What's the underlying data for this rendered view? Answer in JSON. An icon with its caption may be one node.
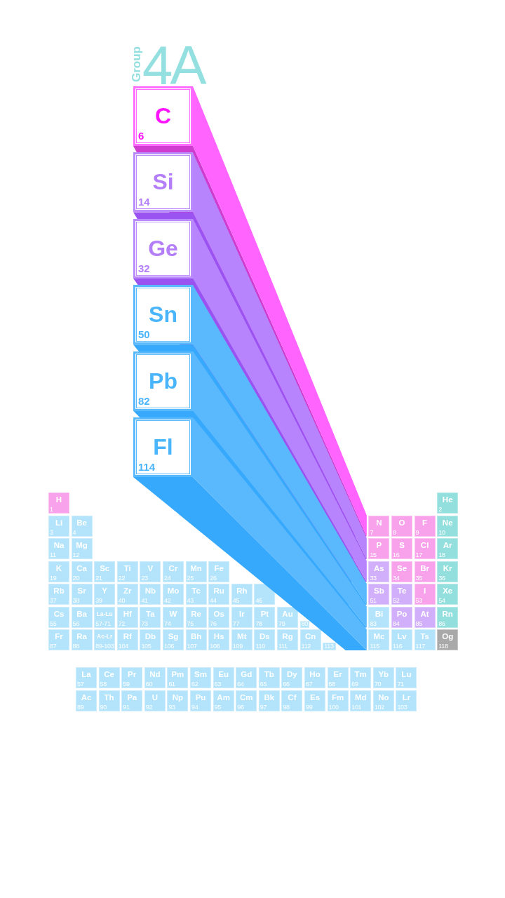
{
  "diagram": {
    "labels": [
      "Group",
      "4A"
    ],
    "nodes": [
      {
        "text": [
          "C",
          "6"
        ]
      },
      {
        "text": [
          "Si",
          "14"
        ]
      },
      {
        "text": [
          "Ge",
          "32"
        ]
      },
      {
        "text": [
          "Sn",
          "50"
        ]
      },
      {
        "text": [
          "Pb",
          "82"
        ]
      },
      {
        "text": [
          "Fl",
          "114"
        ]
      },
      {
        "text": [
          "H",
          "1"
        ]
      },
      {
        "text": [
          "He",
          "2"
        ]
      },
      {
        "text": [
          "Li",
          "3"
        ]
      },
      {
        "text": [
          "Be",
          "4"
        ]
      },
      {
        "text": [
          "N",
          "7"
        ]
      },
      {
        "text": [
          "O",
          "8"
        ]
      },
      {
        "text": [
          "F",
          "9"
        ]
      },
      {
        "text": [
          "Ne",
          "10"
        ]
      },
      {
        "text": [
          "Na",
          "11"
        ]
      },
      {
        "text": [
          "Mg",
          "12"
        ]
      },
      {
        "text": [
          "P",
          "15"
        ]
      },
      {
        "text": [
          "S",
          "16"
        ]
      },
      {
        "text": [
          "Cl",
          "17"
        ]
      },
      {
        "text": [
          "Ar",
          "18"
        ]
      },
      {
        "text": [
          "K",
          "19"
        ]
      },
      {
        "text": [
          "Ca",
          "20"
        ]
      },
      {
        "text": [
          "Sc",
          "21"
        ]
      },
      {
        "text": [
          "Ti",
          "22"
        ]
      },
      {
        "text": [
          "V",
          "23"
        ]
      },
      {
        "text": [
          "Cr",
          "24"
        ]
      },
      {
        "text": [
          "Mn",
          "25"
        ]
      },
      {
        "text": [
          "Fe",
          "26"
        ]
      },
      {
        "text": [
          "As",
          "33"
        ]
      },
      {
        "text": [
          "Se",
          "34"
        ]
      },
      {
        "text": [
          "Br",
          "35"
        ]
      },
      {
        "text": [
          "Kr",
          "36"
        ]
      },
      {
        "text": [
          "Rb",
          "37"
        ]
      },
      {
        "text": [
          "Sr",
          "38"
        ]
      },
      {
        "text": [
          "Y",
          "39"
        ]
      },
      {
        "text": [
          "Zr",
          "40"
        ]
      },
      {
        "text": [
          "Nb",
          "41"
        ]
      },
      {
        "text": [
          "Mo",
          "42"
        ]
      },
      {
        "text": [
          "Tc",
          "43"
        ]
      },
      {
        "text": [
          "Ru",
          "44"
        ]
      },
      {
        "text": [
          "Rh",
          "45"
        ]
      },
      {
        "text": [
          "46"
        ]
      },
      {
        "text": [
          "Sb",
          "51"
        ]
      },
      {
        "text": [
          "Te",
          "52"
        ]
      },
      {
        "text": [
          "I",
          "53"
        ]
      },
      {
        "text": [
          "Xe",
          "54"
        ]
      },
      {
        "text": [
          "Cs",
          "55"
        ]
      },
      {
        "text": [
          "Ba",
          "56"
        ]
      },
      {
        "text": [
          "La-Lu",
          "57-71"
        ]
      },
      {
        "text": [
          "Hf",
          "72"
        ]
      },
      {
        "text": [
          "Ta",
          "73"
        ]
      },
      {
        "text": [
          "W",
          "74"
        ]
      },
      {
        "text": [
          "Re",
          "75"
        ]
      },
      {
        "text": [
          "Os",
          "76"
        ]
      },
      {
        "text": [
          "Ir",
          "77"
        ]
      },
      {
        "text": [
          "Pt",
          "78"
        ]
      },
      {
        "text": [
          "Au",
          "79"
        ]
      },
      {
        "text": [
          "80"
        ]
      },
      {
        "text": [
          "Bi",
          "83"
        ]
      },
      {
        "text": [
          "Po",
          "84"
        ]
      },
      {
        "text": [
          "At",
          "85"
        ]
      },
      {
        "text": [
          "Rn",
          "86"
        ]
      },
      {
        "text": [
          "Fr",
          "87"
        ]
      },
      {
        "text": [
          "Ra",
          "88"
        ]
      },
      {
        "text": [
          "Ac-Lr",
          "89-103"
        ]
      },
      {
        "text": [
          "Rf",
          "104"
        ]
      },
      {
        "text": [
          "Db",
          "105"
        ]
      },
      {
        "text": [
          "Sg",
          "106"
        ]
      },
      {
        "text": [
          "Bh",
          "107"
        ]
      },
      {
        "text": [
          "Hs",
          "108"
        ]
      },
      {
        "text": [
          "Mt",
          "109"
        ]
      },
      {
        "text": [
          "Ds",
          "110"
        ]
      },
      {
        "text": [
          "Rg",
          "111"
        ]
      },
      {
        "text": [
          "Cn",
          "112"
        ]
      },
      {
        "text": [
          "113"
        ]
      },
      {
        "text": [
          "Mc",
          "115"
        ]
      },
      {
        "text": [
          "Lv",
          "116"
        ]
      },
      {
        "text": [
          "Ts",
          "117"
        ]
      },
      {
        "text": [
          "Og",
          "118"
        ]
      },
      {
        "text": [
          "La",
          "57"
        ]
      },
      {
        "text": [
          "Ce",
          "58"
        ]
      },
      {
        "text": [
          "Pr",
          "59"
        ]
      },
      {
        "text": [
          "Nd",
          "60"
        ]
      },
      {
        "text": [
          "Pm",
          "61"
        ]
      },
      {
        "text": [
          "Sm",
          "62"
        ]
      },
      {
        "text": [
          "Eu",
          "63"
        ]
      },
      {
        "text": [
          "Gd",
          "64"
        ]
      },
      {
        "text": [
          "Tb",
          "65"
        ]
      },
      {
        "text": [
          "Dy",
          "66"
        ]
      },
      {
        "text": [
          "Ho",
          "67"
        ]
      },
      {
        "text": [
          "Er",
          "68"
        ]
      },
      {
        "text": [
          "Tm",
          "69"
        ]
      },
      {
        "text": [
          "Yb",
          "70"
        ]
      },
      {
        "text": [
          "Lu",
          "71"
        ]
      },
      {
        "text": [
          "Ac",
          "89"
        ]
      },
      {
        "text": [
          "Th",
          "90"
        ]
      },
      {
        "text": [
          "Pa",
          "91"
        ]
      },
      {
        "text": [
          "U",
          "92"
        ]
      },
      {
        "text": [
          "Np",
          "93"
        ]
      },
      {
        "text": [
          "Pu",
          "94"
        ]
      },
      {
        "text": [
          "Am",
          "95"
        ]
      },
      {
        "text": [
          "Cm",
          "96"
        ]
      },
      {
        "text": [
          "Bk",
          "97"
        ]
      },
      {
        "text": [
          "Cf",
          "98"
        ]
      },
      {
        "text": [
          "Es",
          "99"
        ]
      },
      {
        "text": [
          "Fm",
          "100"
        ]
      },
      {
        "text": [
          "Md",
          "101"
        ]
      },
      {
        "text": [
          "No",
          "102"
        ]
      },
      {
        "text": [
          "Lr",
          "103"
        ]
      }
    ]
  }
}
